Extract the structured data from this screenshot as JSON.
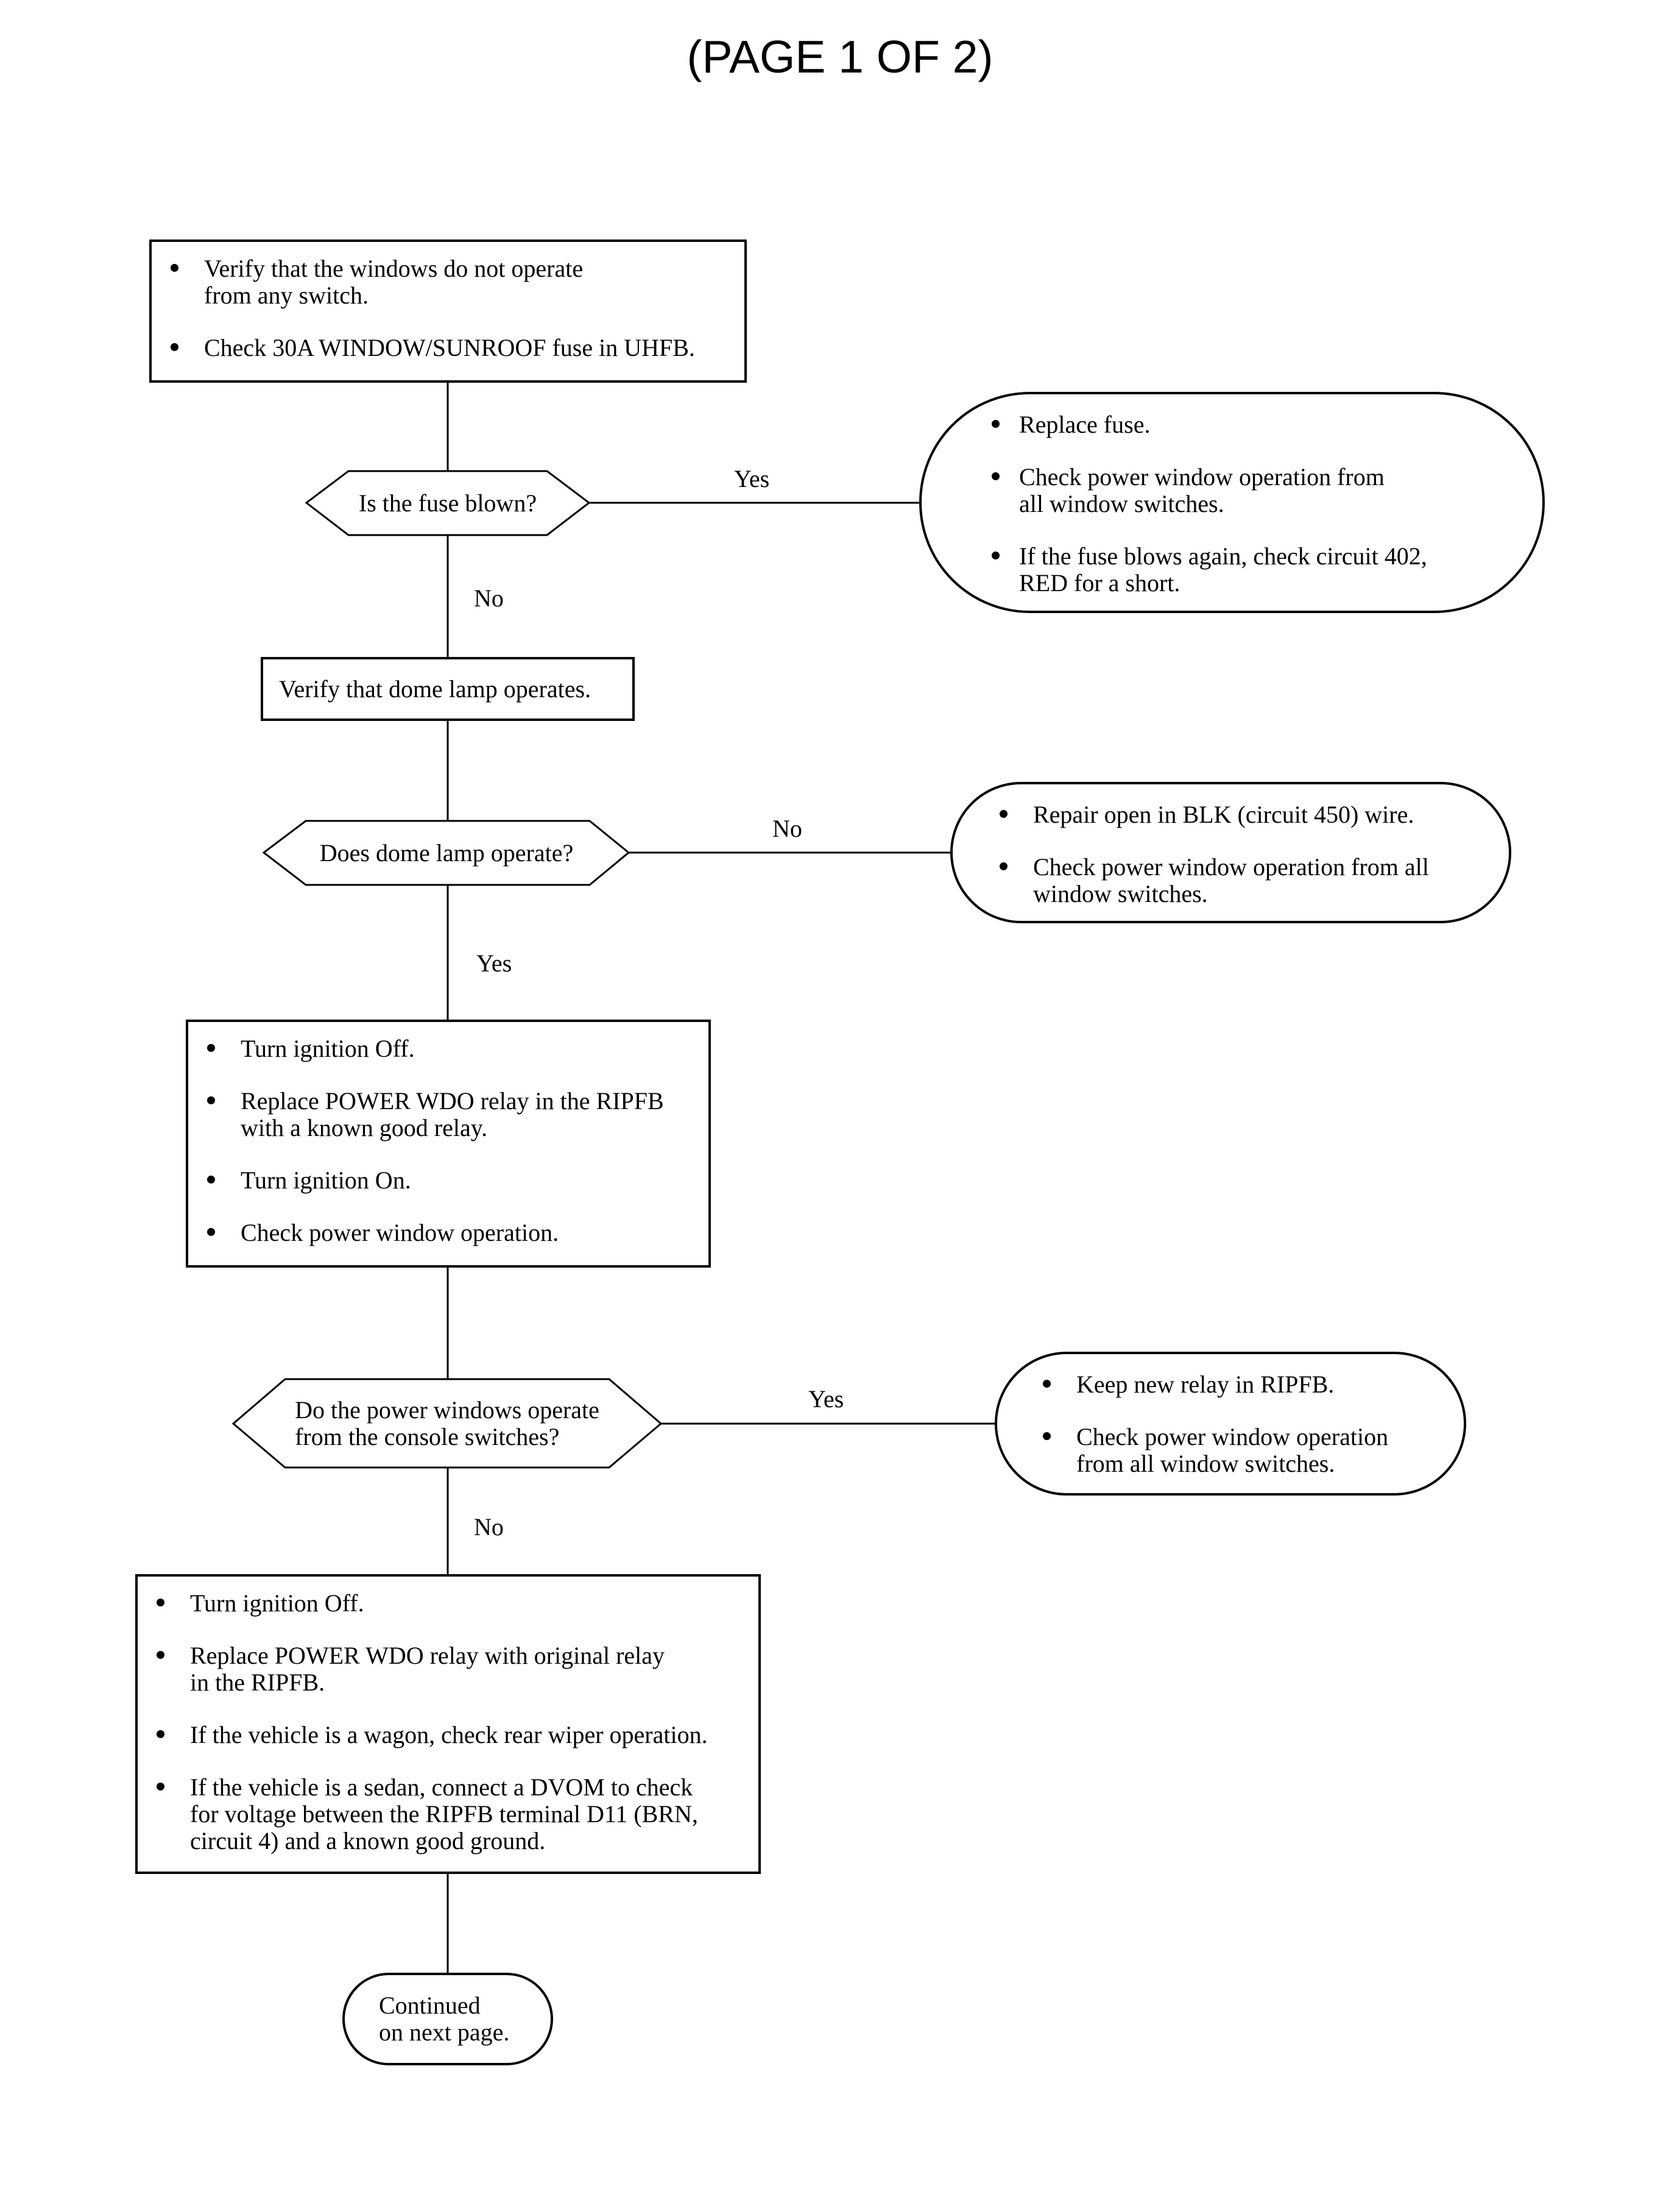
{
  "page_title": "(PAGE 1 OF 2)",
  "box_check_fuse": {
    "items": [
      "Verify that the windows do not operate\nfrom any switch.",
      "Check 30A WINDOW/SUNROOF fuse in UHFB."
    ]
  },
  "decision_fuse_blown": {
    "text": "Is the fuse blown?",
    "yes_label": "Yes",
    "no_label": "No"
  },
  "result_fuse_blown": {
    "items": [
      "Replace fuse.",
      "Check power window operation from\nall window switches.",
      "If the fuse blows again, check circuit 402,\nRED for a short."
    ]
  },
  "box_dome_lamp": {
    "text": "Verify that dome lamp operates."
  },
  "decision_dome_lamp": {
    "text": "Does dome lamp operate?",
    "no_label": "No",
    "yes_label": "Yes"
  },
  "result_dome_lamp": {
    "items": [
      "Repair open in BLK (circuit 450) wire.",
      "Check power window operation from all\nwindow switches."
    ]
  },
  "box_relay_swap": {
    "items": [
      "Turn ignition Off.",
      "Replace POWER WDO relay in the RIPFB\nwith a known good relay.",
      "Turn ignition On.",
      "Check power window operation."
    ]
  },
  "decision_console": {
    "text": "Do the power windows operate\nfrom the console switches?",
    "yes_label": "Yes",
    "no_label": "No"
  },
  "result_console": {
    "items": [
      "Keep new relay in RIPFB.",
      "Check power window operation\nfrom all window switches."
    ]
  },
  "box_original_relay": {
    "items": [
      "Turn ignition Off.",
      "Replace POWER WDO relay with original relay\nin the RIPFB.",
      "If the vehicle is a wagon, check rear wiper operation.",
      "If the vehicle is a sedan, connect a DVOM to check\nfor voltage between the RIPFB terminal D11 (BRN,\ncircuit 4) and a known good ground."
    ]
  },
  "end_terminal": {
    "text": "Continued\non next page."
  }
}
